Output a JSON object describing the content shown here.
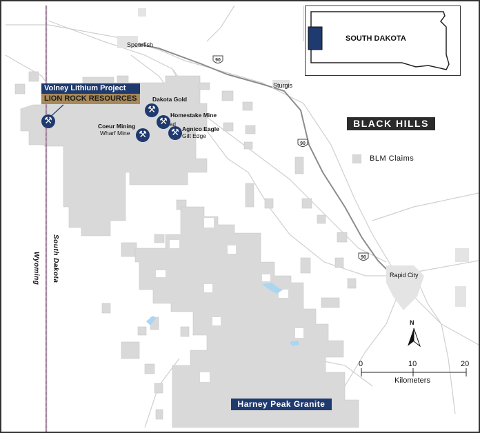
{
  "map": {
    "region_title": "BLACK HILLS",
    "inset_label": "SOUTH DAKOTA",
    "project": {
      "name": "Volney Lithium Project",
      "company": "LION ROCK RESOURCES"
    },
    "feature_label": "Harney Peak Granite",
    "towns": {
      "spearfish": "Spearfish",
      "sturgis": "Sturgis",
      "rapid_city": "Rapid City",
      "lead": "ad"
    },
    "mines": {
      "dakota_gold": "Dakota Gold",
      "homestake": "Homestake Mine",
      "coeur_line1": "Coeur Mining",
      "coeur_line2": "Wharf Mine",
      "agnico_line1": "Agnico Eagle",
      "agnico_line2": "Gilt Edge"
    },
    "states": {
      "wyoming": "Wyoming",
      "south_dakota": "South Dakota"
    },
    "highways": {
      "i90_a": "90",
      "i90_b": "90",
      "i90_c": "90"
    },
    "legend": {
      "bl_claims": "BLM Claims"
    },
    "scale_bar": {
      "ticks": [
        "0",
        "10",
        "20"
      ],
      "unit": "Kilometers"
    },
    "north_label": "N",
    "colors": {
      "claims": "#d9d9d9",
      "label_blue": "#1f3a6e",
      "label_gold": "#a8895a",
      "title_dark": "#2b2b2b",
      "water": "#a9d6f0",
      "road": "#c9c9c9"
    },
    "icons": {
      "mine": "crossed-hammers-icon",
      "north": "north-arrow-icon",
      "highway": "interstate-shield-icon"
    }
  }
}
